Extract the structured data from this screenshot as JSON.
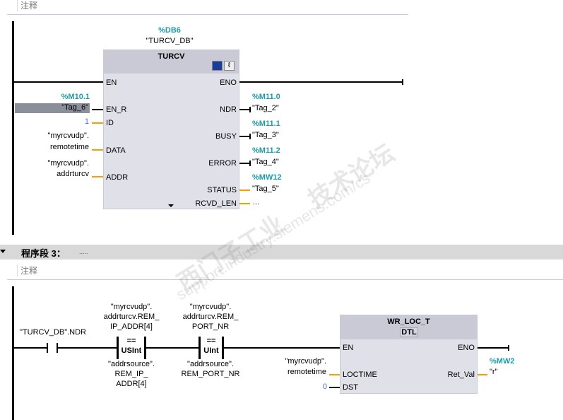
{
  "network2": {
    "comment": "注释",
    "block": {
      "instance_addr": "%DB6",
      "instance_name": "\"TURCV_DB\"",
      "title": "TURCV",
      "inputs": {
        "en": "EN",
        "en_r": "EN_R",
        "id": "ID",
        "data": "DATA",
        "addr": "ADDR"
      },
      "outputs": {
        "eno": "ENO",
        "ndr": "NDR",
        "busy": "BUSY",
        "error": "ERROR",
        "status": "STATUS",
        "rcvd_len": "RCVD_LEN"
      }
    },
    "en_r_addr": "%M10.1",
    "en_r_tag": "\"Tag_6\"",
    "id_value": "1",
    "data_l1": "\"myrcvudp\".",
    "data_l2": "remotetime",
    "addr_l1": "\"myrcvudp\".",
    "addr_l2": "addrturcv",
    "ndr_addr": "%M11.0",
    "ndr_tag": "\"Tag_2\"",
    "busy_addr": "%M11.1",
    "busy_tag": "\"Tag_3\"",
    "error_addr": "%M11.2",
    "error_tag": "\"Tag_4\"",
    "status_addr": "%MW12",
    "status_tag": "\"Tag_5\"",
    "rcvd_len_value": "..."
  },
  "network3": {
    "title": "程序段 3：",
    "title_dots": ".....",
    "comment": "注释",
    "contact_label": "\"TURCV_DB\".NDR",
    "cmp1": {
      "op": "==",
      "type": "USInt",
      "top": [
        "\"myrcvudp\".",
        "addrturcv.REM_",
        "IP_ADDR[4]"
      ],
      "bottom": [
        "\"addrsource\".",
        "REM_IP_",
        "ADDR[4]"
      ]
    },
    "cmp2": {
      "op": "==",
      "type": "UInt",
      "top": [
        "\"myrcvudp\".",
        "addrturcv.REM_",
        "PORT_NR"
      ],
      "bottom": [
        "\"addrsource\".",
        "REM_PORT_NR"
      ]
    },
    "block": {
      "title": "WR_LOC_T",
      "type": "DTL",
      "en": "EN",
      "eno": "ENO",
      "loctime": "LOCTIME",
      "dst": "DST",
      "ret_val": "Ret_Val"
    },
    "loctime_l1": "\"myrcvudp\".",
    "loctime_l2": "remotetime",
    "dst_value": "0",
    "ret_addr": "%MW2",
    "ret_tag": "\"r\""
  },
  "watermark": {
    "line1": "西门子工业",
    "line2": "技术论坛",
    "line3": "support.industry.siemens.com/cs"
  }
}
